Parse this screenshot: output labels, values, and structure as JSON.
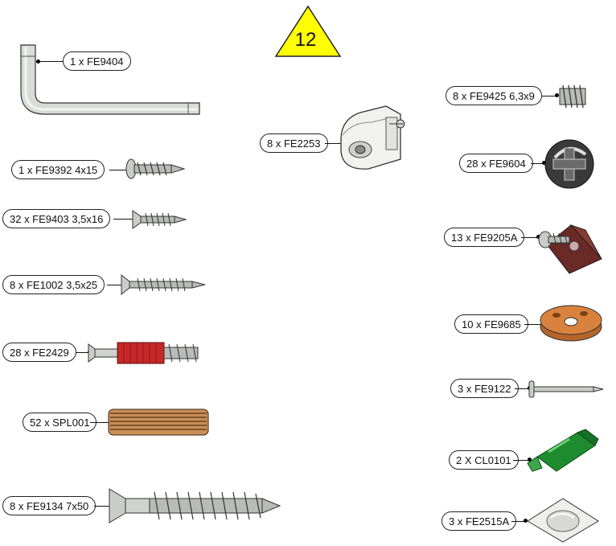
{
  "step": {
    "number": "12",
    "badge_color": "#ffff00"
  },
  "parts": [
    {
      "id": "FE9404",
      "label": "1 x FE9404",
      "icon": "allen-key"
    },
    {
      "id": "FE9392",
      "label": "1 x FE9392 4x15",
      "icon": "pan-head-screw"
    },
    {
      "id": "FE9403",
      "label": "32 x FE9403 3,5x16",
      "icon": "countersunk-screw"
    },
    {
      "id": "FE1002",
      "label": "8 x FE1002 3,5x25",
      "icon": "countersunk-screw"
    },
    {
      "id": "FE2429",
      "label": "28 x FE2429",
      "icon": "cam-bolt-with-red-dowel"
    },
    {
      "id": "SPL001",
      "label": "52 x SPL001",
      "icon": "wooden-dowel"
    },
    {
      "id": "FE9134",
      "label": "8 x FE9134 7x50",
      "icon": "long-screw"
    },
    {
      "id": "FE2253",
      "label": "8 x FE2253",
      "icon": "shelf-support-bracket"
    },
    {
      "id": "FE9425",
      "label": "8 x FE9425 6,3x9",
      "icon": "threaded-insert"
    },
    {
      "id": "FE9604",
      "label": "28 x FE9604",
      "icon": "cam-lock"
    },
    {
      "id": "FE9205A",
      "label": "13 x FE9205A",
      "icon": "corner-block-with-screw"
    },
    {
      "id": "FE9685",
      "label": "10 x FE9685",
      "icon": "cam-housing-ring"
    },
    {
      "id": "FE9122",
      "label": "3 x FE9122",
      "icon": "nail"
    },
    {
      "id": "CL0101",
      "label": "2 X CL0101",
      "icon": "glue-tube"
    },
    {
      "id": "FE2515A",
      "label": "3 x FE2515A",
      "icon": "bumper-pad"
    }
  ],
  "colors": {
    "metal": "#c9ccc8",
    "red_dowel": "#c62828",
    "wood": "#c98f57",
    "dark_plastic": "#3a3a3a",
    "brown_block": "#6a2a26",
    "copper_ring": "#d9823d",
    "green_tube": "#1e8c2e"
  }
}
